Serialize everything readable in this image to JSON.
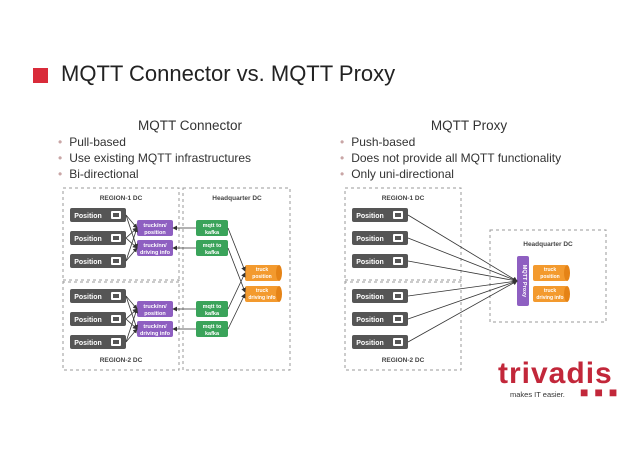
{
  "title": "MQTT Connector vs. MQTT Proxy",
  "left": {
    "heading": "MQTT Connector",
    "bullets": [
      "Pull-based",
      "Use existing MQTT infrastructures",
      "Bi-directional"
    ],
    "region1": "REGION-1 DC",
    "region2": "REGION-2 DC",
    "hq": "Headquarter DC",
    "position": "Position",
    "topic_position": [
      "truck/nn/",
      "position"
    ],
    "topic_driving": [
      "truck/nn/",
      "driving info"
    ],
    "mqtt_to_kafka": [
      "mqtt to",
      "kafka"
    ],
    "kafka_position": [
      "truck",
      "position"
    ],
    "kafka_driving": [
      "truck",
      "driving info"
    ]
  },
  "right": {
    "heading": "MQTT Proxy",
    "bullets": [
      "Push-based",
      "Does not provide all MQTT functionality",
      "Only uni-directional"
    ],
    "region1": "REGION-1 DC",
    "region2": "REGION-2 DC",
    "hq": "Headquarter DC",
    "position": "Position",
    "proxy": "MQTT Proxy",
    "kafka_position": [
      "truck",
      "position"
    ],
    "kafka_driving": [
      "truck",
      "driving info"
    ]
  },
  "logo": {
    "word": "trivadis",
    "tagline": "makes IT easier.",
    "dots": "■■■"
  },
  "colors": {
    "accent": "#d92b3a",
    "position_box": "#555555",
    "topic": "#8e5fc1",
    "connector": "#3aa35a",
    "kafka": "#f39a2e"
  }
}
